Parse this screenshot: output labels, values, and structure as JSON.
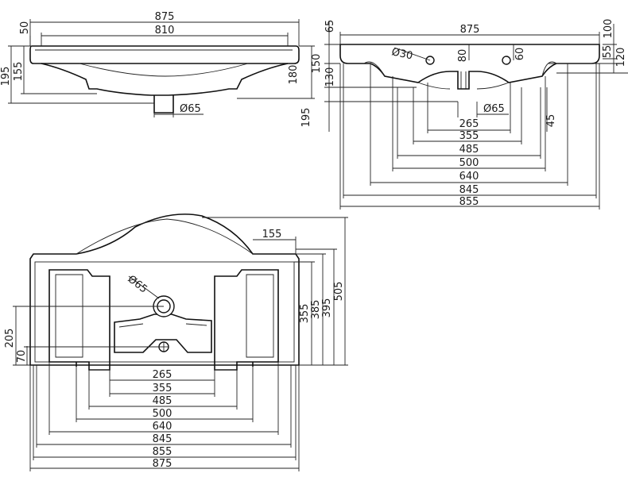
{
  "views": {
    "front": {
      "dims": {
        "width_outer": "875",
        "width_inner": "810",
        "rim": "50",
        "h_195": "195",
        "h_155": "155",
        "h_180": "180",
        "drain": "Ø65"
      }
    },
    "side": {
      "dims": {
        "width_outer": "875",
        "h_65": "65",
        "h_100": "100",
        "tap": "Ø30",
        "h_80": "80",
        "h_60": "60",
        "h_150": "150",
        "h_130": "130",
        "h_55": "55",
        "h_120": "120",
        "h_195": "195",
        "drain": "Ø65",
        "h_45": "45",
        "w_265": "265",
        "w_355": "355",
        "w_485": "485",
        "w_500": "500",
        "w_640": "640",
        "w_845": "845",
        "w_855": "855"
      }
    },
    "plan": {
      "dims": {
        "w_155": "155",
        "drain": "Ø65",
        "h_355": "355",
        "h_385": "385",
        "h_395": "395",
        "h_505": "505",
        "h_205": "205",
        "h_70": "70",
        "w_265": "265",
        "w_355": "355",
        "w_485": "485",
        "w_500": "500",
        "w_640": "640",
        "w_845": "845",
        "w_855": "855",
        "w_875": "875"
      }
    }
  }
}
